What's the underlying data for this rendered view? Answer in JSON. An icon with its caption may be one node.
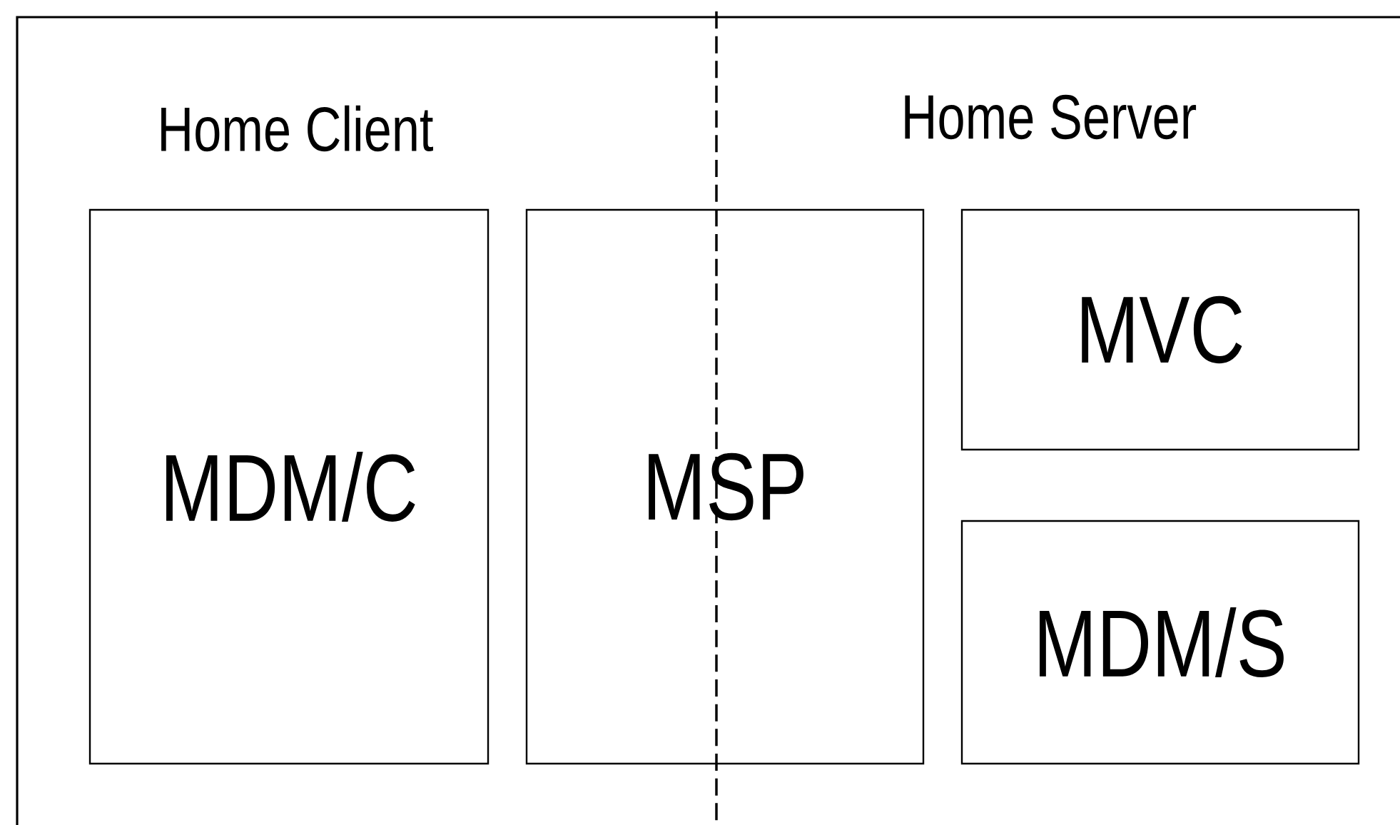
{
  "diagram": {
    "nodes": [
      {
        "text": [
          "MDM/C"
        ]
      },
      {
        "text": [
          "MSP"
        ]
      },
      {
        "text": [
          "MVC"
        ]
      },
      {
        "text": [
          "MDM/S"
        ]
      }
    ],
    "labels": [
      "Home Client",
      "Home Server"
    ]
  }
}
